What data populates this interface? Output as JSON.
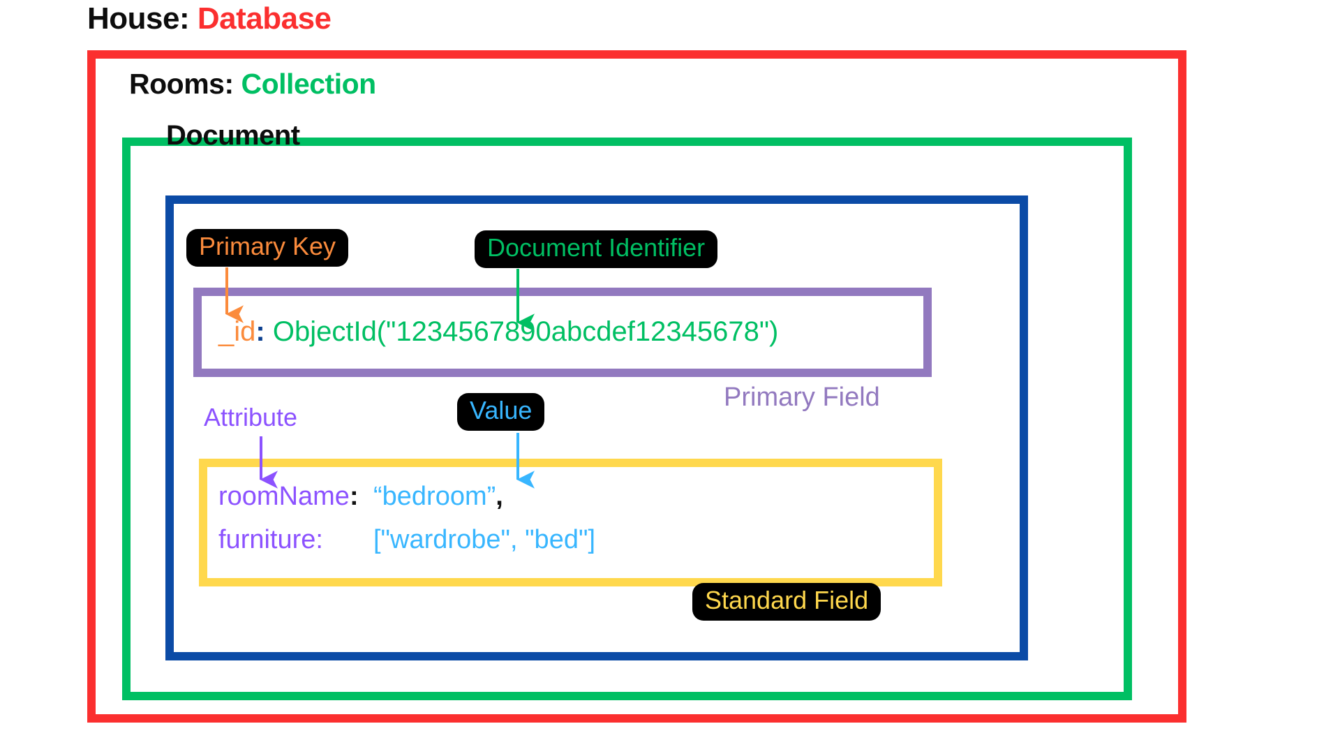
{
  "diagram": {
    "title_line": {
      "label": "House:",
      "value": "Database"
    },
    "collection_line": {
      "label": "Rooms:",
      "value": "Collection"
    },
    "document_label": "Document",
    "frames": {
      "database": {
        "name": "Database",
        "color": "#fb2f2f"
      },
      "collection": {
        "name": "Collection",
        "color": "#00bf63"
      },
      "document": {
        "name": "Document",
        "color": "#0b4ba6"
      },
      "primary_field": {
        "name": "Primary Field",
        "color": "#9279bf"
      },
      "standard_field": {
        "name": "Standard Field",
        "color": "#ffd84d"
      }
    },
    "callouts": {
      "primary_key": {
        "text": "Primary Key",
        "color": "#fb8b3c"
      },
      "document_identifier": {
        "text": "Document Identifier",
        "color": "#00bf63"
      },
      "attribute": {
        "text": "Attribute",
        "color": "#8c52ff"
      },
      "value": {
        "text": "Value",
        "color": "#38b6ff"
      },
      "primary_field": {
        "text": "Primary Field",
        "color": "#9279bf"
      },
      "standard_field": {
        "text": "Standard Field",
        "color": "#ffd84d"
      }
    },
    "document_body": {
      "id_field": {
        "key": "_id",
        "colon": ":",
        "value": "ObjectId(\"1234567890abcdef12345678\")"
      },
      "fields": [
        {
          "key": "roomName",
          "colon": ":",
          "value": "“bedroom”",
          "trailing": ","
        },
        {
          "key": "furniture:",
          "colon": "",
          "value": "[\"wardrobe\", \"bed\"]",
          "trailing": ""
        }
      ]
    }
  }
}
